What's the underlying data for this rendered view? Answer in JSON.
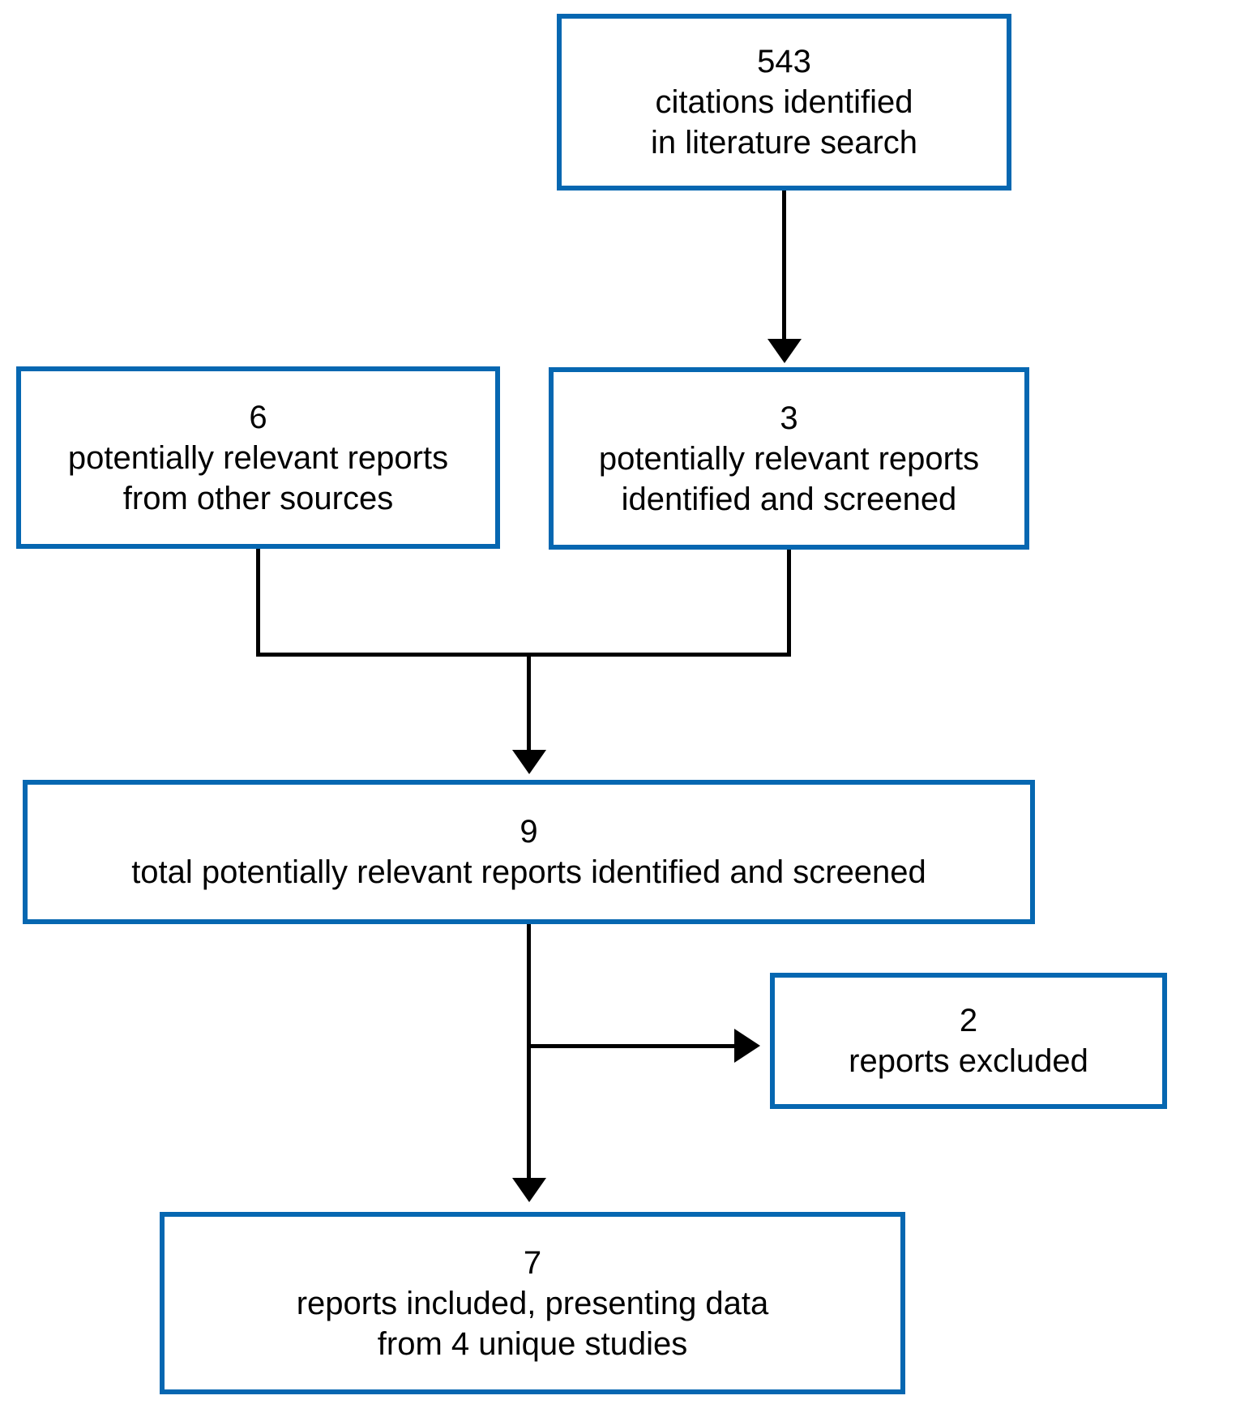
{
  "figure": {
    "kind": "literature-search-flow-diagram",
    "background_color": "#ffffff",
    "accent_color": "#0667b1",
    "connector_color": "#000000",
    "nodes": {
      "citations": {
        "count": "543",
        "lines": [
          "citations identified",
          "in literature search"
        ]
      },
      "other_sources": {
        "count": "6",
        "lines": [
          "potentially relevant reports",
          "from other sources"
        ]
      },
      "screened": {
        "count": "3",
        "lines": [
          "potentially relevant reports",
          "identified and screened"
        ]
      },
      "total": {
        "count": "9",
        "lines": [
          "total potentially relevant reports identified and screened"
        ]
      },
      "excluded": {
        "count": "2",
        "lines": [
          "reports excluded"
        ]
      },
      "included": {
        "count": "7",
        "lines": [
          "reports included, presenting data",
          "from 4 unique studies"
        ]
      }
    }
  }
}
